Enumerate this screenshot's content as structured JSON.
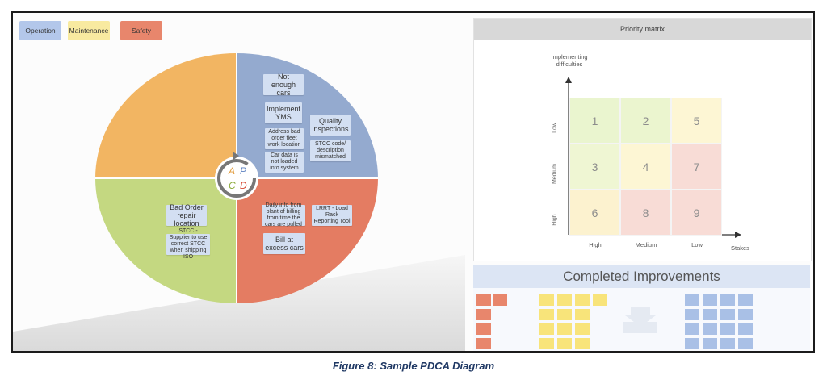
{
  "legend": {
    "operation": "Operation",
    "maintenance": "Maintenance",
    "safety": "Safety"
  },
  "colors": {
    "operation": "#b3c7ea",
    "maintenance": "#f8eaa0",
    "safety": "#e8866c",
    "quadrant_act": "#f2b562",
    "quadrant_plan": "#94aacf",
    "quadrant_check": "#c4d881",
    "quadrant_do": "#e47c62",
    "caption": "#1f3864"
  },
  "pdca": {
    "a": "A",
    "p": "P",
    "c": "C",
    "d": "D"
  },
  "plan_notes": {
    "not_enough_cars": "Not enough cars",
    "implement_yms": "Implement YMS",
    "address_bad_order": "Address bad order fleet work location",
    "car_data": "Car data is not loaded into system",
    "quality_inspections": "Quality inspections",
    "stcc_code": "STCC code/ description mismatched"
  },
  "check_notes": {
    "bad_order_repair": "Bad Order repair location",
    "stcc_supplier": "STCC - Supplier to use correct STCC when shipping ISO"
  },
  "do_notes": {
    "daily_info": "Daily info from plant of billing from time the cars are pulled",
    "lrrt_load": "LRRT - Load Rack Reporting Tool",
    "bill_excess": "Bill at excess cars"
  },
  "priority_matrix": {
    "title": "Priority matrix",
    "y_label_line1": "Implementing",
    "y_label_line2": "difficulties",
    "x_label": "Stakes",
    "y_ticks": [
      "Low",
      "Medium",
      "High"
    ],
    "x_ticks": [
      "High",
      "Medium",
      "Low"
    ],
    "cells": [
      [
        "1",
        "2",
        "5"
      ],
      [
        "3",
        "4",
        "7"
      ],
      [
        "6",
        "8",
        "9"
      ]
    ],
    "cell_colors": [
      [
        "#eaf5cf",
        "#ebf5cf",
        "#fdf6d4"
      ],
      [
        "#eff6d3",
        "#fdf6d4",
        "#f8dcd6"
      ],
      [
        "#fcf2cf",
        "#f8dcd6",
        "#f8dcd6"
      ]
    ]
  },
  "completed": {
    "title": "Completed Improvements"
  },
  "caption": "Figure 8: Sample PDCA Diagram"
}
